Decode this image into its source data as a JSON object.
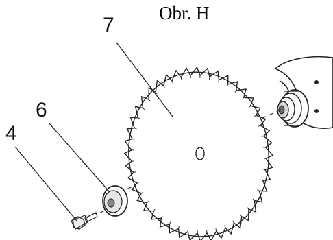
{
  "figure": {
    "title": "Obr. H"
  },
  "labels": {
    "bolt": "4",
    "washer": "6",
    "blade": "7"
  }
}
